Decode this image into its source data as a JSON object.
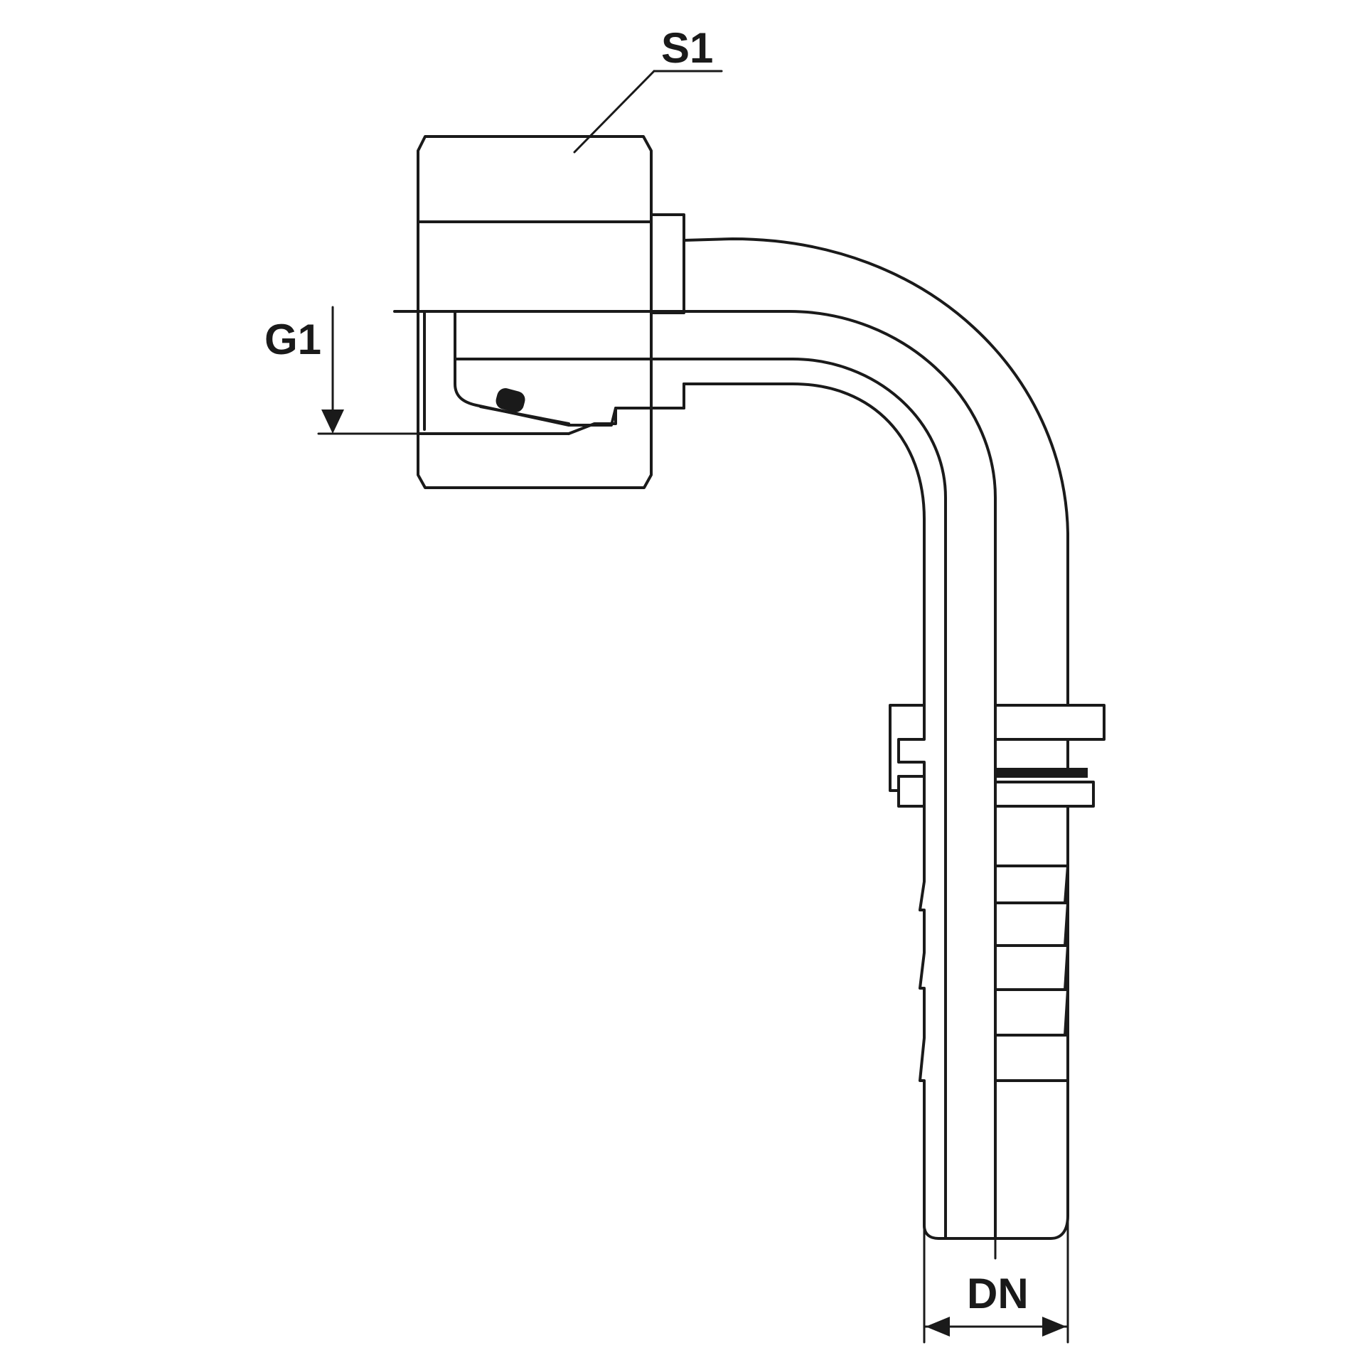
{
  "diagram": {
    "labels": {
      "s1": "S1",
      "g1": "G1",
      "dn": "DN"
    },
    "colors": {
      "ink": "#1a1a1a",
      "background": "#ffffff"
    }
  }
}
